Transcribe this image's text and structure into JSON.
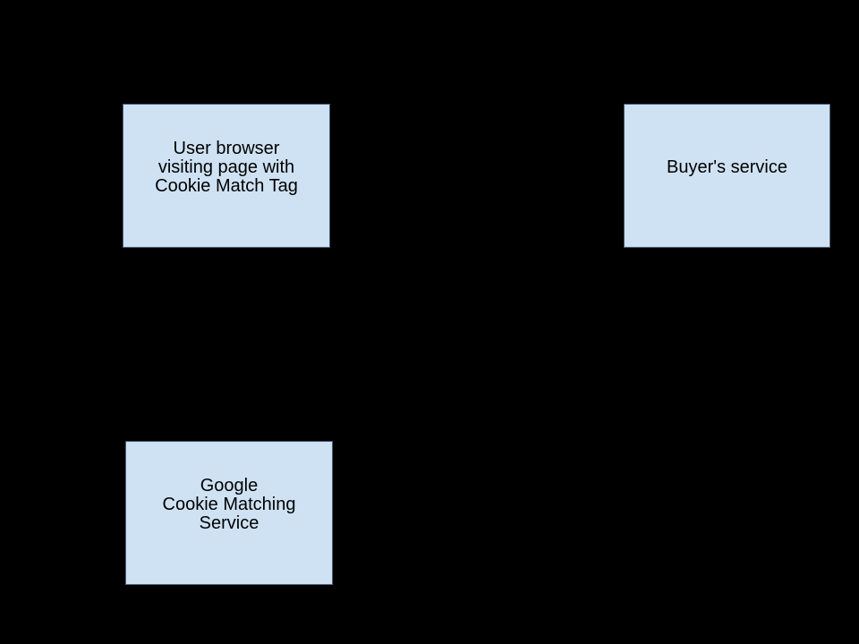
{
  "diagram": {
    "type": "flow-diagram",
    "background": "#000000",
    "colors": {
      "node_fill": "#cfe2f3",
      "node_border": "#51617c",
      "node_text": "#000000",
      "background": "#000000"
    },
    "nodes": [
      {
        "id": "user-browser",
        "label": "User browser\nvisiting page with\nCookie Match Tag"
      },
      {
        "id": "buyers-service",
        "label": "Buyer's service"
      },
      {
        "id": "google-cookie-matching-service",
        "label": "Google\nCookie Matching\nService"
      }
    ]
  }
}
